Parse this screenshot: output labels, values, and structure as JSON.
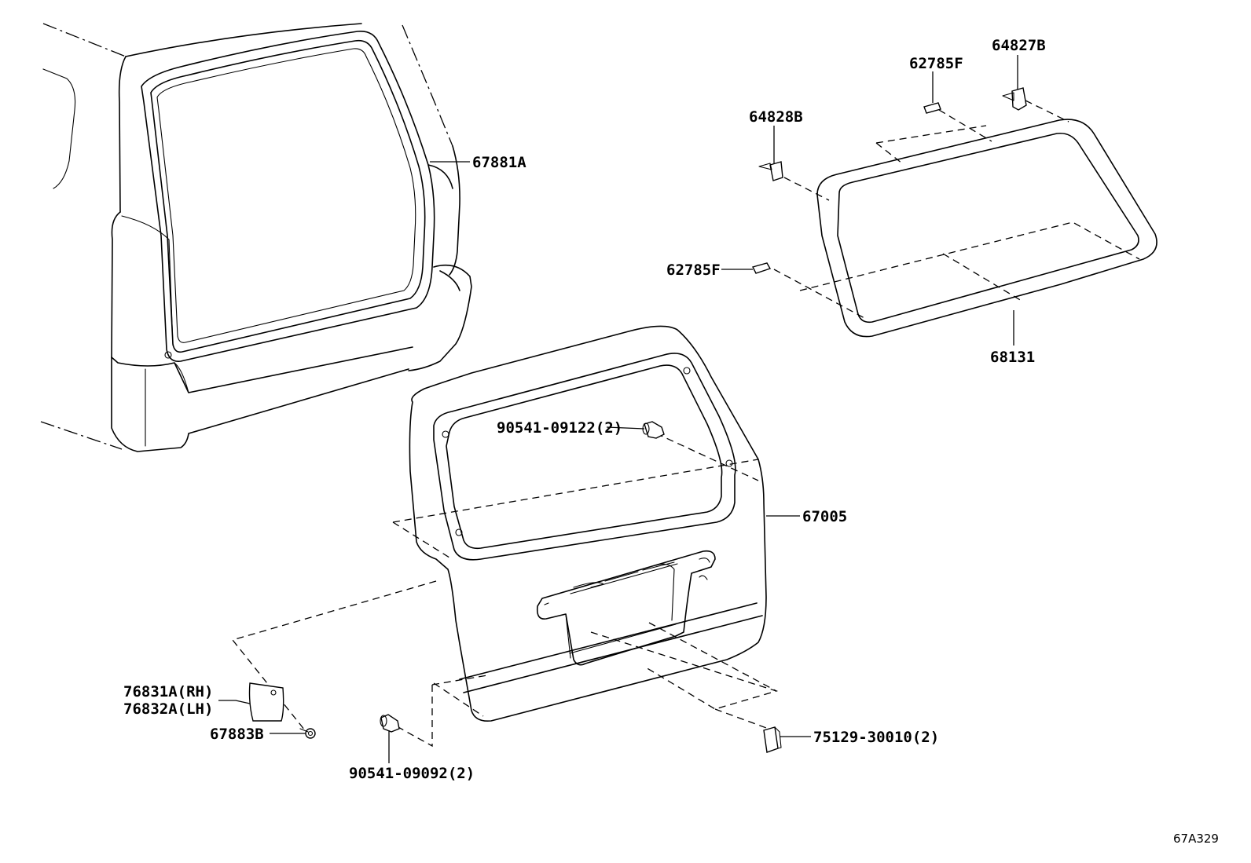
{
  "diagram_code": "67A329",
  "parts": [
    {
      "id": "67881A",
      "label": "67881A"
    },
    {
      "id": "62785F_top",
      "label": "62785F"
    },
    {
      "id": "64827B",
      "label": "64827B"
    },
    {
      "id": "64828B",
      "label": "64828B"
    },
    {
      "id": "62785F_left",
      "label": "62785F"
    },
    {
      "id": "68131",
      "label": "68131"
    },
    {
      "id": "90541-09122",
      "label": "90541-09122(2)"
    },
    {
      "id": "67005",
      "label": "67005"
    },
    {
      "id": "76831A",
      "label": "76831A(RH)"
    },
    {
      "id": "76832A",
      "label": "76832A(LH)"
    },
    {
      "id": "67883B",
      "label": "67883B"
    },
    {
      "id": "90541-09092",
      "label": "90541-09092(2)"
    },
    {
      "id": "75129-30010",
      "label": "75129-30010(2)"
    }
  ]
}
